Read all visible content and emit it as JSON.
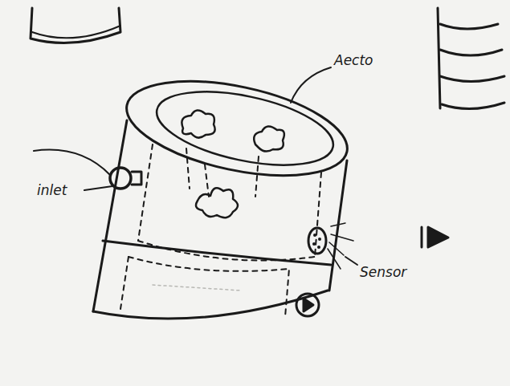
{
  "diagram": {
    "labels": [
      "Aecto",
      "inlet",
      "Sensor"
    ]
  }
}
